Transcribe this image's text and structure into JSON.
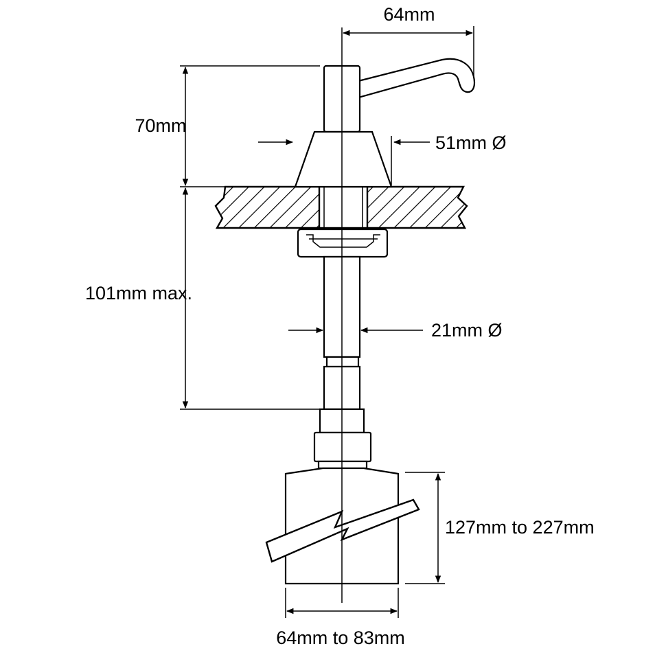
{
  "drawing": {
    "dimensions": {
      "spout_reach": "64mm",
      "head_height": "70mm",
      "collar_diameter": "51mm Ø",
      "deck_thickness_max": "101mm max.",
      "shank_diameter": "21mm Ø",
      "bottle_height_range": "127mm to 227mm",
      "bottle_width_range": "64mm to 83mm"
    }
  }
}
